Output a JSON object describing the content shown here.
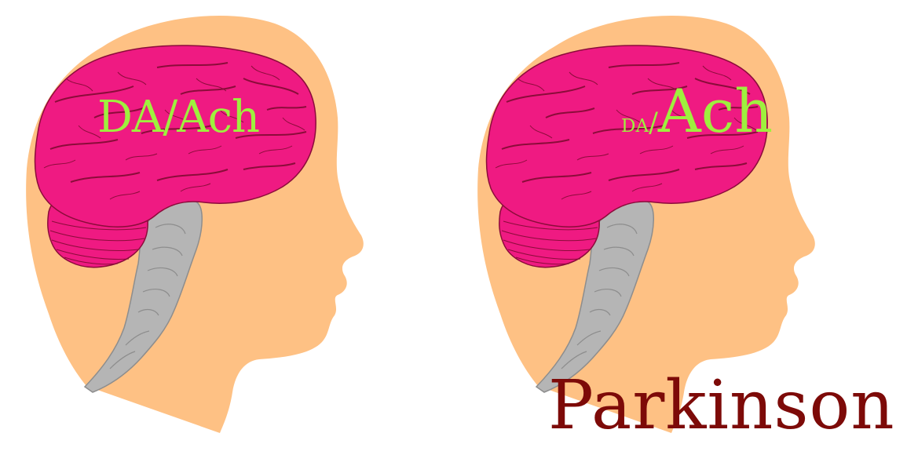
{
  "diagram": {
    "left_panel": {
      "label": "DA/Ach"
    },
    "right_panel": {
      "label_small": "DA",
      "label_slash": "/",
      "label_large": "Ach",
      "caption": "Parkinson"
    },
    "colors": {
      "skin": "#fec184",
      "brain": "#ef1a82",
      "brain_fold": "#8b0c3a",
      "brainstem": "#b5b5b5",
      "label": "#9ef03e",
      "caption": "#7d0a08"
    }
  }
}
